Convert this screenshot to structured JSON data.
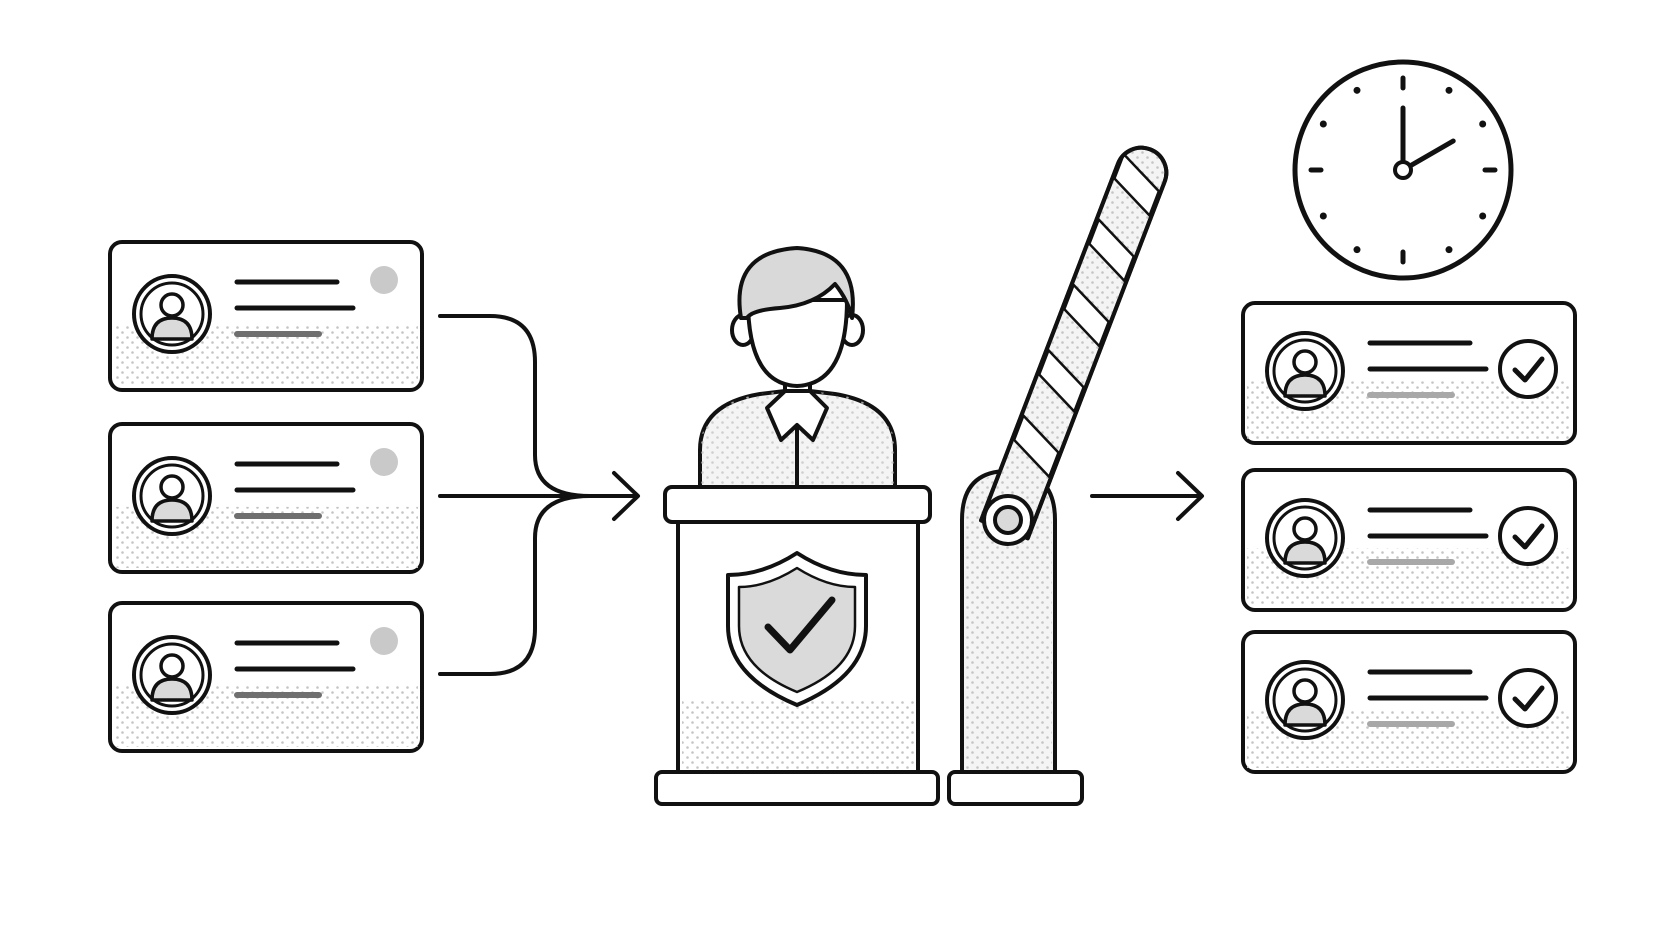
{
  "colors": {
    "background": "#ffffff",
    "stroke": "#111111",
    "fill_light": "#f4f4f4",
    "fill_mid": "#dadada",
    "dot": "#c4c4c4",
    "status_dot": "#c9c9c9",
    "short_line": "#6f6f6f",
    "short_line_light": "#a8a8a8"
  },
  "icons": {
    "pending_badge": "gray-dot-icon",
    "approved_badge": "check-circle-icon",
    "profile": "user-avatar-icon",
    "checkpoint": "shield-check-icon",
    "timer": "clock-icon",
    "gate": "barrier-gate-icon",
    "guard": "person-icon"
  },
  "pending_cards": [
    {
      "status": "pending"
    },
    {
      "status": "pending"
    },
    {
      "status": "pending"
    }
  ],
  "approved_cards": [
    {
      "status": "approved"
    },
    {
      "status": "approved"
    },
    {
      "status": "approved"
    }
  ],
  "clock": {
    "hour": 2,
    "minute": 0
  },
  "gate": {
    "state": "open"
  }
}
